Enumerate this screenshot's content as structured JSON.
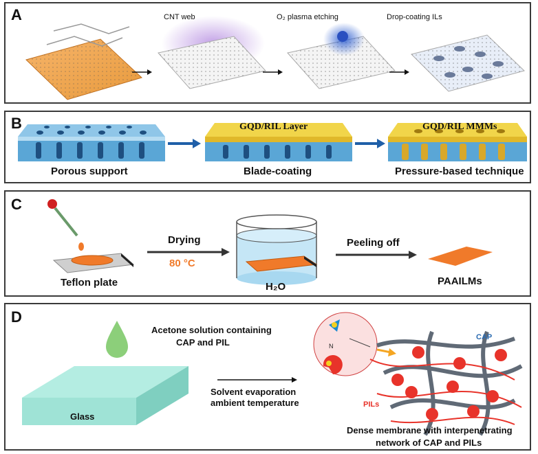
{
  "panelA": {
    "label": "A",
    "steps": [
      "CNT web",
      "O₂ plasma etching",
      "Drop-coating ILs"
    ]
  },
  "panelB": {
    "label": "B",
    "layer1": "GQD/RIL Layer",
    "layer2": "GQD/RIL MMMs",
    "captions": [
      "Porous support",
      "Blade-coating",
      "Pressure-based technique"
    ]
  },
  "panelC": {
    "label": "C",
    "teflon": "Teflon plate",
    "drying": "Drying",
    "temp": "80 °C",
    "water": "H₂O",
    "peeling": "Peeling off",
    "product": "PAAILMs"
  },
  "panelD": {
    "label": "D",
    "solution_line1": "Acetone solution containing",
    "solution_line2": "CAP and PIL",
    "glass": "Glass",
    "evap_line1": "Solvent evaporation",
    "evap_line2": "ambient temperature",
    "cap": "CAP",
    "pils": "PILs",
    "result_line1": "Dense membrane with interpenetrating",
    "result_line2": "network of CAP and PILs"
  },
  "colors": {
    "orange": "#f07a2a",
    "gold": "#e8c23a",
    "blue": "#4aa3d8",
    "arrowBlue": "#1f5fa8",
    "green": "#8ccf7a",
    "glass": "#9fe3d6",
    "red": "#e8332a"
  }
}
